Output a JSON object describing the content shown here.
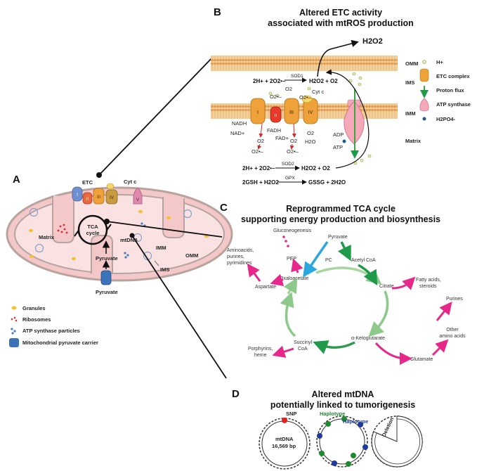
{
  "panel_a": {
    "letter": "A",
    "membrane_labels": {
      "etc": "ETC",
      "cyt_c": "Cyt c",
      "omm": "OMM",
      "imm": "IMM",
      "ims": "IMS"
    },
    "complexes": [
      "I",
      "II",
      "III",
      "IV",
      "V"
    ],
    "inner_labels": {
      "matrix": "Matrix",
      "tca": "TCA",
      "cycle": "cycle",
      "mtdna": "mtDNA",
      "pyruvate_in": "Pyruvate",
      "pyruvate_out": "Pyruvate"
    },
    "legend": [
      {
        "label": "Granules",
        "color": "#f2c12e"
      },
      {
        "label": "Ribosomes",
        "color": "#e0282c"
      },
      {
        "label": "ATP synthase particles",
        "color": "#4a7cc0"
      },
      {
        "label": "Mitochondrial  pyruvate carrier",
        "color": "#3d73b8"
      }
    ]
  },
  "panel_b": {
    "letter": "B",
    "title_line1": "Altered ETC activity",
    "title_line2": "associated with mtROS production",
    "h2o2_top": "H2O2",
    "region_labels": {
      "omm": "OMM",
      "ims": "IMS",
      "imm": "IMM",
      "matrix": "Matrix"
    },
    "sod1": {
      "enzyme": "SOD1",
      "left": "2H+ + 2O2•–",
      "right": "H2O2 + O2"
    },
    "sod2": {
      "enzyme": "SOD2",
      "left": "2H+ + 2O2•–",
      "right": "H2O2 + O2"
    },
    "gpx": {
      "enzyme": "GPX",
      "left": "2GSH + H2O2",
      "right": "GSSG + 2H2O"
    },
    "complex_numerals": [
      "I",
      "II",
      "III",
      "IV"
    ],
    "small_labels": {
      "nadh": "NADH",
      "nad": "NAD+",
      "fadh": "FADH",
      "fad": "FAD+",
      "cyt_c": "Cyt c",
      "o2": "O2",
      "o2_rad": "O2•–",
      "h2o": "H2O",
      "adp": "ADP",
      "atp": "ATP"
    },
    "legend": [
      {
        "label": "H+",
        "icon": "proton-icon"
      },
      {
        "label": "ETC complex",
        "icon": "etc-complex-icon"
      },
      {
        "label": "Proton flux",
        "icon": "proton-flux-arrow-icon"
      },
      {
        "label": "ATP synthase",
        "icon": "atp-synthase-icon"
      },
      {
        "label": "H2PO4-",
        "icon": "phosphate-icon"
      }
    ]
  },
  "panel_c": {
    "letter": "C",
    "title_line1": "Reprogrammed TCA cycle",
    "title_line2": "supporting energy production and biosynthesis",
    "metabolites": {
      "gluconeogenesis": "Gluconeogenesis",
      "pyruvate": "Pyruvate",
      "pc": "PC",
      "acetyl_coa": "Acetyl CoA",
      "pep": "PEP",
      "aminoacids_1": "Aminoacids,",
      "aminoacids_2": "purines,",
      "aminoacids_3": "pyrimidines",
      "oxaloacetate": "Oxaloacetate",
      "aspartate": "Aspartate",
      "citrate": "Citrate",
      "fatty_acids_1": "Fatty acids,",
      "fatty_acids_2": "steroids",
      "purines": "Purines",
      "other_aa_1": "Other",
      "other_aa_2": "amino acids",
      "ketoglutarate": "α-Ketoglutarate",
      "glutamate": "Glutamate",
      "succinyl_1": "Succinyl",
      "succinyl_2": "CoA",
      "porphyrins_1": "Porphyrins,",
      "porphyrins_2": "heme"
    }
  },
  "panel_d": {
    "letter": "D",
    "title_line1": "Altered mtDNA",
    "title_line2": "potentially linked to tumorigenesis",
    "snp": "SNP",
    "mtdna_1": "mtDNA",
    "mtdna_2": "16,569 bp",
    "haplotype_green": "Haplotype",
    "haplotype_blue": "Haplotype",
    "deletion": "Deletion"
  },
  "colors": {
    "membrane": "#e8a055",
    "magenta": "#e8278a",
    "cyan": "#2aa7dd",
    "green": "#1f9a4a",
    "red": "#d22a2a",
    "blue": "#1e3a9c"
  }
}
